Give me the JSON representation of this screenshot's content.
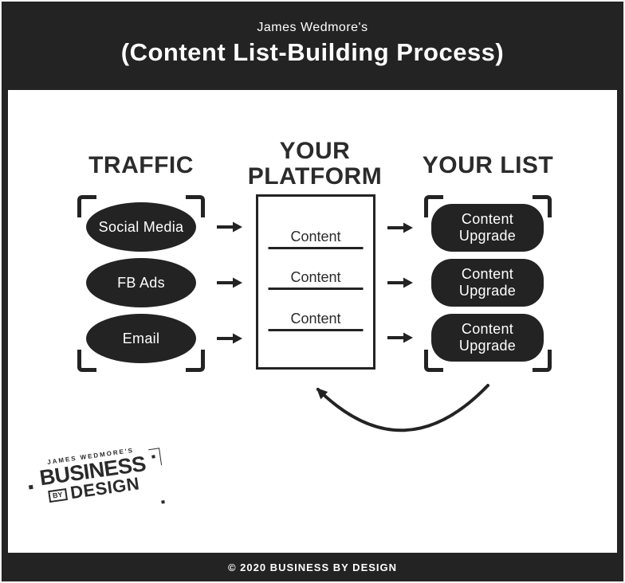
{
  "colors": {
    "ink": "#232323",
    "panel": "#ffffff",
    "heading_text": "#2b2b2b"
  },
  "header": {
    "kicker": "James Wedmore's",
    "title": "(Content List-Building Process)"
  },
  "columns": {
    "traffic": {
      "heading": "TRAFFIC",
      "items": [
        "Social Media",
        "FB Ads",
        "Email"
      ]
    },
    "platform": {
      "heading": "YOUR PLATFORM",
      "items": [
        "Content",
        "Content",
        "Content"
      ]
    },
    "list": {
      "heading": "YOUR LIST",
      "items": [
        "Content Upgrade",
        "Content Upgrade",
        "Content Upgrade"
      ]
    }
  },
  "icons": {
    "arrow-right-icon": "filled right-pointing arrow (unicode → drawn as SVG)",
    "loop-arrow-icon": "curved arrow looping from YOUR LIST back to YOUR PLATFORM",
    "corner-brackets": "camera-viewfinder corner marks framing each group"
  },
  "logo": {
    "kicker": "JAMES WEDMORE'S",
    "word1": "BUSINESS",
    "by": "BY",
    "word2": "DESIGN"
  },
  "footer": {
    "copyright": "© 2020 BUSINESS BY DESIGN"
  }
}
